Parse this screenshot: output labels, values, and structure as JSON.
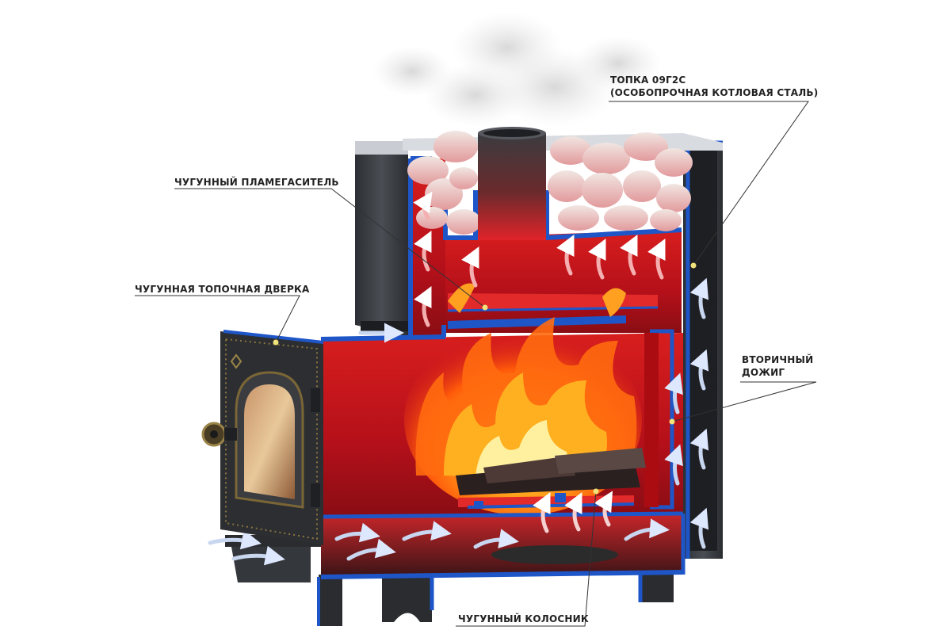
{
  "callouts": {
    "firebox": {
      "line1": "ТОПКА 09Г2С",
      "line2": "(ОСОБОПРОЧНАЯ КОТЛОВАЯ СТАЛЬ)"
    },
    "flame_arrester": "ЧУГУННЫЙ ПЛАМЕГАСИТЕЛЬ",
    "door": "ЧУГУННАЯ ТОПОЧНАЯ ДВЕРКА",
    "afterburn": {
      "line1": "ВТОРИЧНЫЙ",
      "line2": "ДОЖИГ"
    },
    "grate": "ЧУГУННЫЙ КОЛОСНИК"
  },
  "colors": {
    "casing": "#3a3d42",
    "inner_wall": "#1e56c8",
    "hot_chamber": "#c4141a",
    "flame": "#ff7a10",
    "stones": "#e8d8d4",
    "leader_dot": "#f2e27a"
  }
}
